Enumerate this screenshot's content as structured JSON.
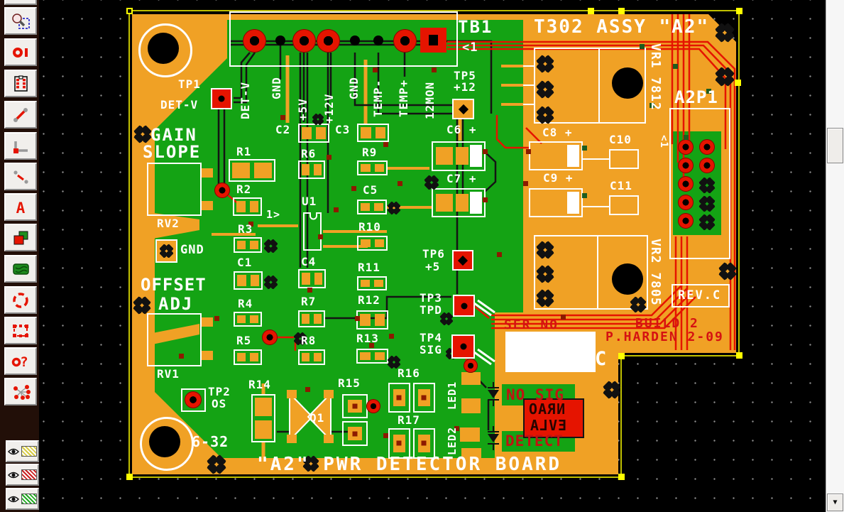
{
  "app": {
    "type": "pcb-layout-editor",
    "view": "board-canvas"
  },
  "colors": {
    "canvas": "#000000",
    "grid_dot": "#8f8f8f",
    "board_copper": "#F0A125",
    "board_green": "#14A314",
    "trace_red": "#E51400",
    "trace_black": "#141414",
    "silkscreen_white": "#FFFFFF",
    "silkscreen_red": "#D51212",
    "board_outline": "#FFFF00",
    "via": "#8C1A00",
    "selection_handle": "#FFFF00"
  },
  "toolbar": {
    "tools": [
      "zoom-select",
      "pad",
      "component",
      "trace",
      "corner-trace",
      "disconnect-trace",
      "text",
      "filled-plane",
      "ground-plane",
      "arc",
      "rectangle-select",
      "component-info",
      "ratsnest"
    ],
    "layer_toggles": [
      {
        "name": "silkscreen-layer",
        "color": "#D8CC44"
      },
      {
        "name": "top-copper-layer",
        "color": "#CC2222"
      },
      {
        "name": "bottom-copper-layer",
        "color": "#22AA22"
      }
    ]
  },
  "labels": {
    "tb1": "TB1",
    "tb1_arrow": "<1",
    "title": "T302 ASSY \"A2\"",
    "tp5": "TP5",
    "tp5_net": "+12",
    "tp1": "TP1",
    "tp1_net": "DET-V",
    "pins": {
      "det_v": "DET-V",
      "gnd_a": "GND",
      "p5v": "+5V",
      "p12v": "+12V",
      "gnd_b": "GND",
      "temp_m": "TEMP-",
      "temp_p": "TEMP+",
      "mon12": "12MON"
    },
    "gain": "GAIN",
    "slope": "SLOPE",
    "rv2": "RV2",
    "rv2_gnd": "GND",
    "offset": "OFFSET",
    "adj": "ADJ",
    "rv1": "RV1",
    "tp2": "TP2",
    "tp2_net": "OS",
    "screw": "6-32",
    "r1": "R1",
    "r2": "R2",
    "r3": "R3",
    "r4": "R4",
    "r5": "R5",
    "r6": "R6",
    "r7": "R7",
    "r8": "R8",
    "r9": "R9",
    "r10": "R10",
    "r11": "R11",
    "r12": "R12",
    "r13": "R13",
    "r14": "R14",
    "r15": "R15",
    "r16": "R16",
    "r17": "R17",
    "c1": "C1",
    "c2": "C2",
    "c3": "C3",
    "c4": "C4",
    "c5": "C5",
    "c6": "C6 +",
    "c7": "C7 +",
    "c8": "C8 +",
    "c9": "C9 +",
    "c10": "C10",
    "c11": "C11",
    "u1": "U1",
    "u1_pin": "1>",
    "q1": "Q1",
    "tp3": "TP3",
    "tp3_net": "TPD",
    "tp4": "TP4",
    "tp4_net": "SIG",
    "tp6": "TP6",
    "tp6_net": "+5",
    "led1": "LED1",
    "led2": "LED2",
    "vr1": "VR1 7812",
    "vr2": "VR2 7805",
    "a2p1": "A2P1",
    "a2p1_pin": "<1",
    "revc": "REV.C",
    "rev_letter": "C",
    "board_name": "\"A2\" PWR DETECTOR BOARD"
  },
  "red_silk": {
    "ser_no": "SER NO",
    "build": "BUILD 2",
    "author": "P.HARDEN 2-09",
    "no_sig": "NO SIG",
    "detect": "DETECT",
    "mirror_line1": "NRAO",
    "mirror_line2": "EVLA"
  },
  "scrollbar": {
    "down_glyph": "▼"
  }
}
